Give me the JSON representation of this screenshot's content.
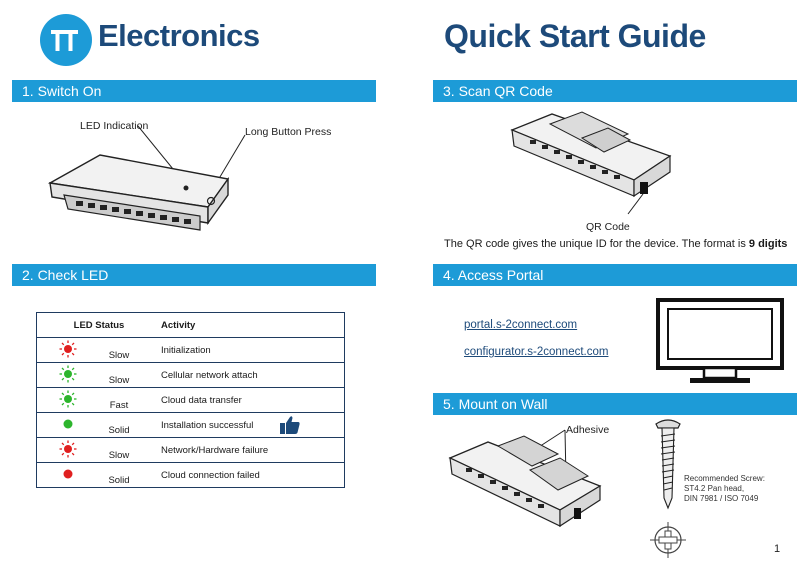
{
  "header": {
    "brand_name": "Electronics",
    "logo_letters": "TT",
    "guide_title": "Quick Start Guide",
    "brand_color": "#1d4a7a",
    "accent_color": "#1d9bd7"
  },
  "sections": {
    "s1": {
      "title": "1. Switch On",
      "label_led": "LED Indication",
      "label_button": "Long Button Press"
    },
    "s2": {
      "title": "2. Check LED"
    },
    "s3": {
      "title": "3. Scan QR Code",
      "label_qr": "QR Code",
      "desc_pre": "The QR code gives the unique ID for the device. The format is ",
      "desc_bold": "9 digits"
    },
    "s4": {
      "title": "4. Access Portal",
      "link1": "portal.s-2connect.com",
      "link2": "configurator.s-2connect.com"
    },
    "s5": {
      "title": "5. Mount on Wall",
      "label_adhesive": "Adhesive",
      "screw_line1": "Recommended Screw:",
      "screw_line2": "ST4.2  Pan head,",
      "screw_line3": "DIN 7981 / ISO 7049"
    }
  },
  "led_table": {
    "headers": [
      "LED Status",
      "Activity"
    ],
    "rows": [
      {
        "led": "red-blink",
        "status": "Slow",
        "activity": "Initialization"
      },
      {
        "led": "green-blink",
        "status": "Slow",
        "activity": "Cellular network attach"
      },
      {
        "led": "green-blink",
        "status": "Fast",
        "activity": "Cloud data transfer"
      },
      {
        "led": "green-solid",
        "status": "Solid",
        "activity": "Installation successful",
        "icon": "thumbs-up-icon"
      },
      {
        "led": "red-blink",
        "status": "Slow",
        "activity": "Network/Hardware failure"
      },
      {
        "led": "red-solid",
        "status": "Solid",
        "activity": "Cloud connection failed"
      }
    ],
    "colors": {
      "red": "#e02020",
      "green": "#2db52d"
    }
  },
  "page_number": "1"
}
